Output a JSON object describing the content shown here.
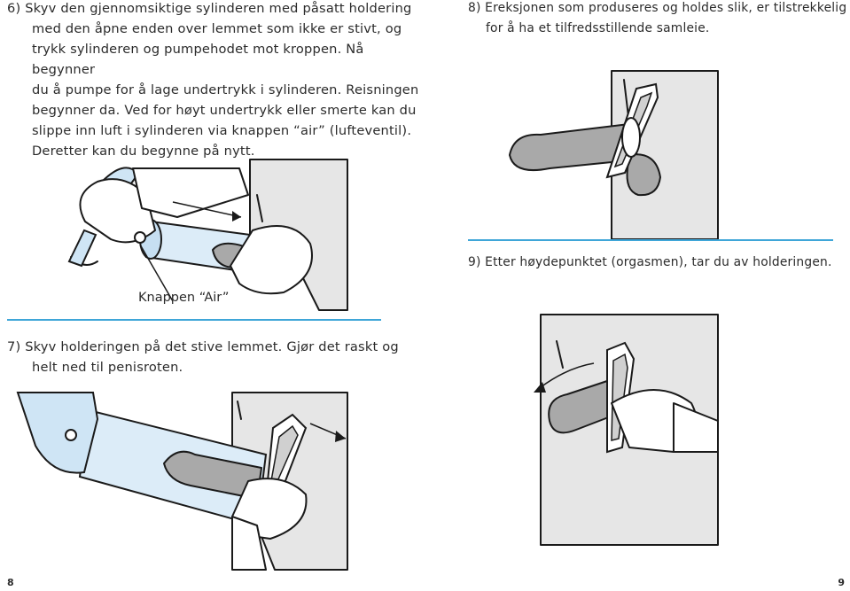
{
  "left_page": {
    "step6_lines": [
      "6) Skyv den gjennomsiktige sylinderen med påsatt holdering",
      "med den åpne enden over lemmet som ikke er stivt, og",
      "trykk sylinderen og pumpehodet mot kroppen. Nå begynner",
      "du å pumpe for å lage undertrykk i sylinderen. Reisningen",
      "begynner da. Ved for høyt undertrykk eller smerte kan du",
      "slippe inn luft i sylinderen via knappen “air” (lufteventil).",
      "Deretter kan du begynne på nytt."
    ],
    "air_button_label": "Knappen “Air”",
    "step7_lines": [
      "7) Skyv holderingen på det stive lemmet. Gjør det raskt og",
      "helt ned til penisroten."
    ],
    "page_number": "8"
  },
  "right_page": {
    "step8_lines": [
      "8) Ereksjonen som produseres og holdes slik, er tilstrekkelig",
      "for å ha et tilfredsstillende samleie."
    ],
    "step9_lines": [
      "9) Etter høydepunktet (orgasmen), tar du av holderingen."
    ],
    "page_number": "9"
  },
  "colors": {
    "rule_blue": "#3fa6d8",
    "body_grey": "#e6e6e6",
    "organ_grey": "#a9a9a9",
    "tube_blue": "#dcecf8"
  }
}
